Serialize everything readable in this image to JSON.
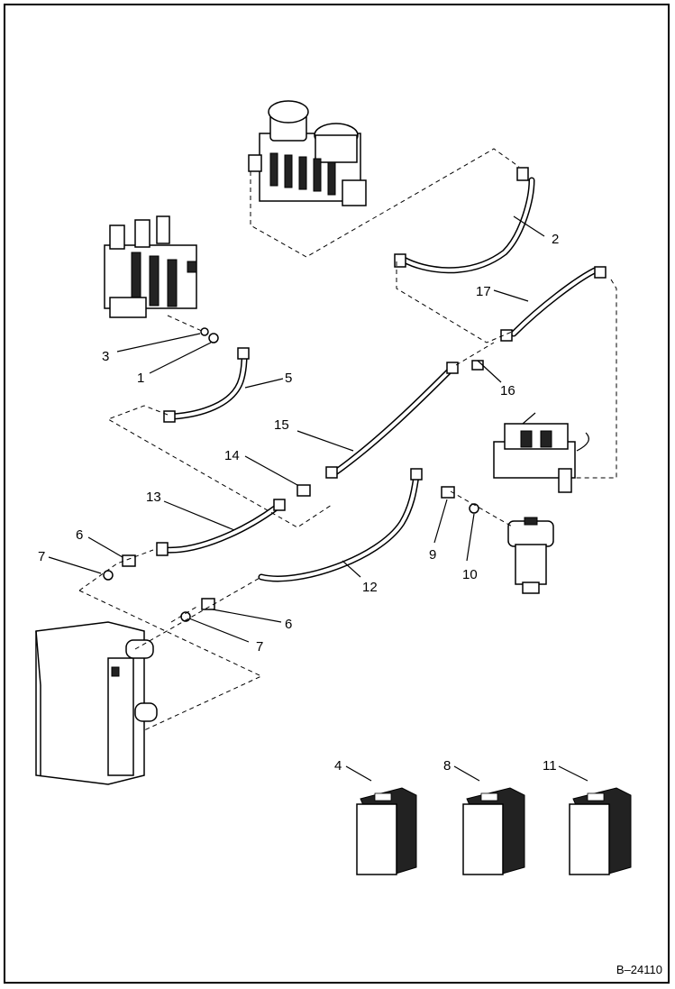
{
  "drawing_ref": "B–24110",
  "callouts": {
    "c2": "2",
    "c17": "17",
    "c3": "3",
    "c1": "1",
    "c5": "5",
    "c16": "16",
    "c15": "15",
    "c14": "14",
    "c13": "13",
    "c6a": "6",
    "c7a": "7",
    "c9": "9",
    "c10": "10",
    "c12": "12",
    "c6b": "6",
    "c7b": "7",
    "c4": "4",
    "c8": "8",
    "c11": "11"
  },
  "icons": [
    "control-valve-large",
    "control-valve-small",
    "solenoid-valve",
    "hydraulic-filter",
    "oil-cooler",
    "seal-kit-box"
  ]
}
